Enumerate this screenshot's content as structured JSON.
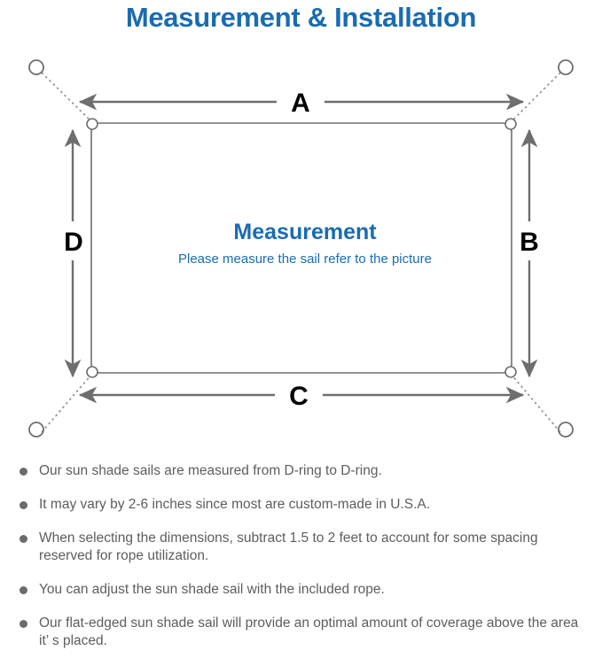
{
  "page": {
    "title": "Measurement & Installation",
    "title_color": "#1a6cb0",
    "background": "#ffffff"
  },
  "diagram": {
    "name": "sun-shade-sail-measurement-diagram",
    "sail": {
      "heading": "Measurement",
      "subheading": "Please measure the sail refer to the picture",
      "stroke_color": "#6e6e6e",
      "heading_color": "#1a6cb0"
    },
    "dimension_labels": {
      "top": "A",
      "right": "B",
      "bottom": "C",
      "left": "D"
    },
    "anchor_points": [
      {
        "name": "anchor-top-left",
        "position": "top-left"
      },
      {
        "name": "anchor-top-right",
        "position": "top-right"
      },
      {
        "name": "anchor-bottom-left",
        "position": "bottom-left"
      },
      {
        "name": "anchor-bottom-right",
        "position": "bottom-right"
      }
    ],
    "d_rings": [
      {
        "name": "d-ring-top-left",
        "position": "top-left"
      },
      {
        "name": "d-ring-top-right",
        "position": "top-right"
      },
      {
        "name": "d-ring-bottom-left",
        "position": "bottom-left"
      },
      {
        "name": "d-ring-bottom-right",
        "position": "bottom-right"
      }
    ],
    "arrow_color": "#6e6e6e",
    "rope_style": "dotted"
  },
  "notes": {
    "bullet_color": "#6b6b6b",
    "text_color": "#5d5d5d",
    "items": [
      "Our sun shade sails are measured from D-ring to D-ring.",
      "It may vary by 2-6 inches since most are custom-made in U.S.A.",
      "When selecting the dimensions, subtract 1.5 to 2 feet to account for some spacing reserved for rope utilization.",
      "You can adjust the sun shade sail with the included rope.",
      "Our flat-edged sun shade sail will provide an optimal amount of coverage above the area it’ s placed."
    ]
  }
}
